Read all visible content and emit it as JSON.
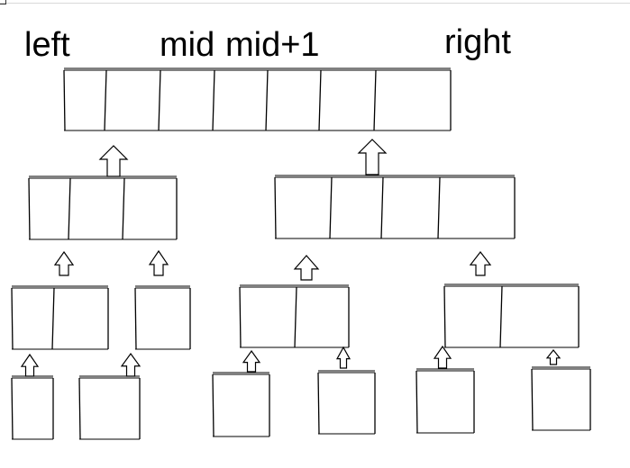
{
  "labels": {
    "left": "left",
    "mid": "mid",
    "mid_plus_1": "mid+1",
    "right": "right"
  },
  "tree": {
    "root": {
      "cells": 7
    },
    "level_1": [
      {
        "cells": 3
      },
      {
        "cells": 4
      }
    ],
    "level_2": [
      {
        "cells": 2
      },
      {
        "cells": 1
      },
      {
        "cells": 2
      },
      {
        "cells": 2
      }
    ],
    "level_3": [
      {
        "cells": 1
      },
      {
        "cells": 1
      },
      {
        "cells": 1
      },
      {
        "cells": 1
      },
      {
        "cells": 1
      },
      {
        "cells": 1
      }
    ]
  },
  "colors": {
    "stroke": "#000000",
    "background": "#ffffff"
  }
}
